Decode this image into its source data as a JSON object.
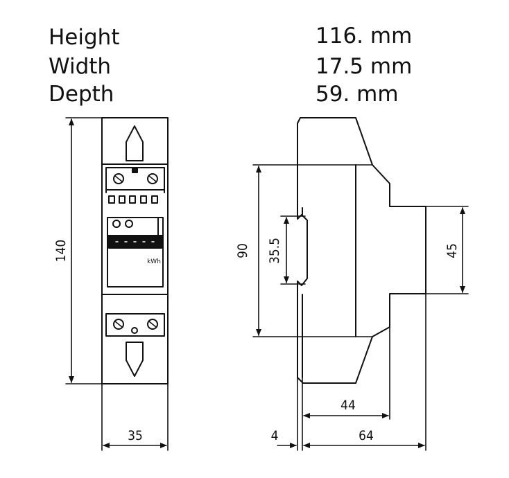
{
  "specs": {
    "height_label": "Height",
    "height_value": "116. mm",
    "width_label": "Width",
    "width_value": "17.5 mm",
    "depth_label": "Depth",
    "depth_value": "59. mm"
  },
  "front_view": {
    "height_dim": "140",
    "width_dim": "35",
    "display_unit": "kWh"
  },
  "side_view": {
    "dim_90": "90",
    "dim_35_5": "35.5",
    "dim_45": "45",
    "dim_44": "44",
    "dim_4": "4",
    "dim_64": "64"
  },
  "colors": {
    "line": "#111111",
    "background": "#ffffff"
  }
}
